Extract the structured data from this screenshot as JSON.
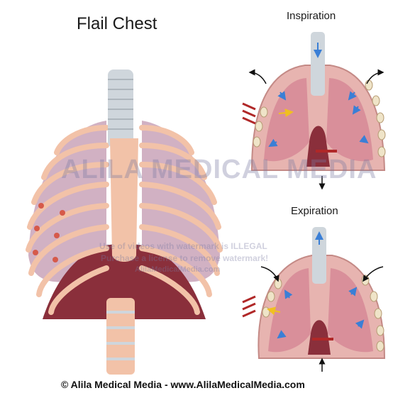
{
  "title": "Flail Chest",
  "panels": {
    "inspiration": "Inspiration",
    "expiration": "Expiration"
  },
  "watermark": {
    "brand": "ALILA MEDICAL MEDIA",
    "line1": "Use of videos with watermark is ILLEGAL",
    "line2": "Purchase a license to remove watermark!",
    "line3": "AlilaMedicalMedia.com"
  },
  "footer": "© Alila Medical Media - www.AlilaMedicalMedia.com",
  "colors": {
    "lung": "#d98f9a",
    "lung_dark": "#8a2f3b",
    "rib": "#f2c2a8",
    "trachea": "#cfd6dc",
    "air_arrow": "#3a7fd6",
    "flow_arrow": "#f0c020",
    "force_arrow": "#b02828",
    "motion_arrow": "#111111"
  }
}
